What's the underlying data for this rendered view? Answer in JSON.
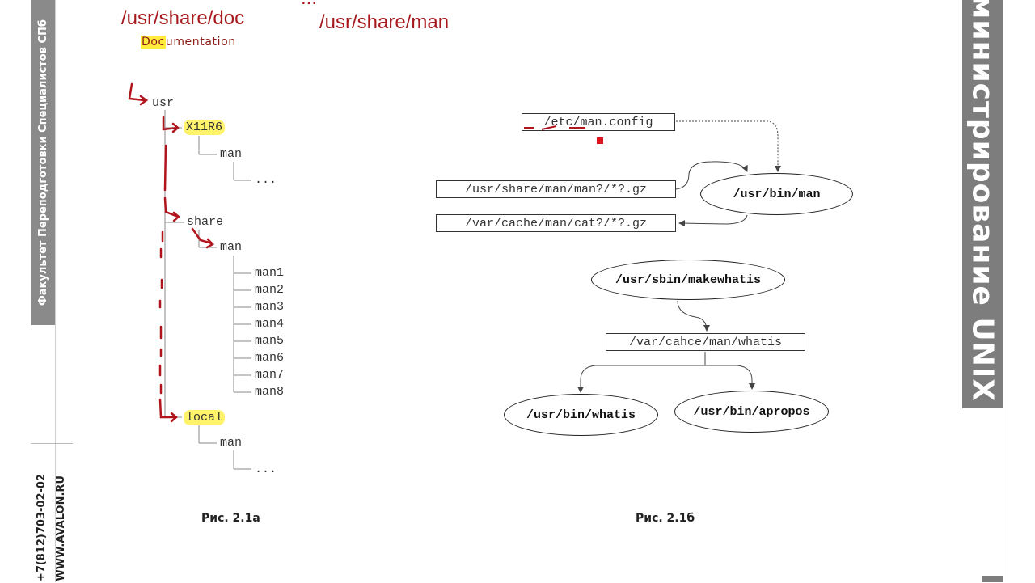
{
  "sidebar_left": {
    "title": "Факультет Переподготовки Специалистов СПб",
    "contact_phone": "+7(812)703-02-02",
    "contact_site": "WWW.AVALON.RU"
  },
  "sidebar_right": {
    "title": "Администрирование UNIX"
  },
  "annotations": {
    "top_hidden": "...",
    "share_doc": "/usr/share/doc",
    "share_man": "/usr/share/man",
    "documentation_hl": "Doc",
    "documentation_rest": "umentation"
  },
  "tree": {
    "root": "usr",
    "x11r6": "X11R6",
    "x11_man": "man",
    "x11_dots": "...",
    "share": "share",
    "share_man": "man",
    "man_sections": [
      "man1",
      "man2",
      "man3",
      "man4",
      "man5",
      "man6",
      "man7",
      "man8"
    ],
    "local": "local",
    "local_man": "man",
    "local_dots": "..."
  },
  "diagram": {
    "man_config": "/etc/man.config",
    "share_man_glob": "/usr/share/man/man?/*?.gz",
    "cache_man_glob": "/var/cache/man/cat?/*?.gz",
    "usr_bin_man": "/usr/bin/man",
    "makewhatis": "/usr/sbin/makewhatis",
    "whatis_db": "/var/cahce/man/whatis",
    "usr_bin_whatis": "/usr/bin/whatis",
    "usr_bin_apropos": "/usr/bin/apropos"
  },
  "captions": {
    "fig_a": "Рис. 2.1а",
    "fig_b": "Рис. 2.1б"
  },
  "colors": {
    "annotation_red": "#a8191e",
    "highlight_yellow": "#ffec3d",
    "sidebar_gray": "#7d7d7d"
  }
}
